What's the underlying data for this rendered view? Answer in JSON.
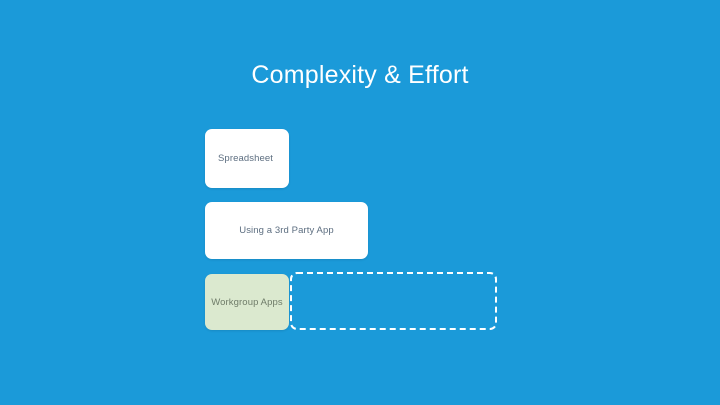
{
  "slide": {
    "background_color": "#1b9ad9",
    "title": "Complexity & Effort"
  },
  "blocks": [
    {
      "id": "spreadsheet",
      "label": "Spreadsheet",
      "style": "white-card",
      "fill_color": "#ffffff",
      "text_color": "#5d6e80"
    },
    {
      "id": "third-party-app",
      "label": "Using a 3rd Party App",
      "style": "white-card",
      "fill_color": "#ffffff",
      "text_color": "#5d6e80"
    },
    {
      "id": "workgroup-apps",
      "label": "Workgroup Apps",
      "style": "green-card",
      "fill_color": "#dbe9cf",
      "text_color": "#6f7c69"
    }
  ],
  "dashed_region": {
    "id": "expansion-placeholder",
    "label": "",
    "border_color": "#ffffff",
    "border_style": "dashed"
  }
}
